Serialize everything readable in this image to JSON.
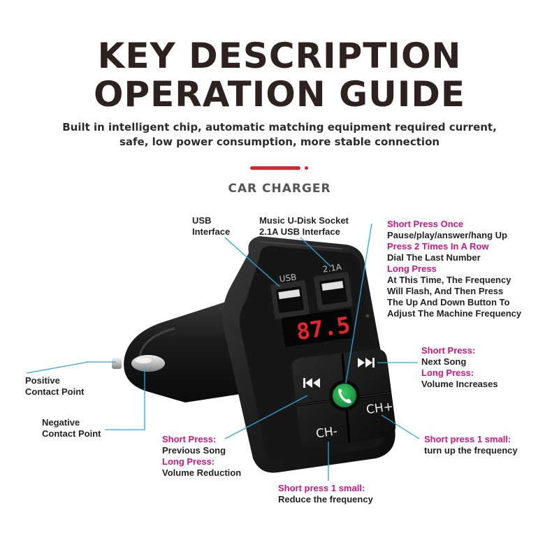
{
  "header": {
    "title_line1": "KEY DESCRIPTION",
    "title_line2": "OPERATION GUIDE",
    "subtitle_line1": "Built in intelligent chip, automatic matching equipment required current,",
    "subtitle_line2": "safe, low power consumption, more stable connection",
    "section_title": "CAR  CHARGER"
  },
  "device": {
    "usb_port_label": "USB",
    "port2_label": "2.1A",
    "display_value": "87.5",
    "ch_minus_label": "CH-",
    "ch_plus_label": "CH+",
    "prev_icon": "previous-track-icon",
    "next_icon": "next-track-icon",
    "call_icon": "phone-icon",
    "body_color": "#1b1b1b",
    "display_color": "#e8252b",
    "call_button_color": "#1fa64a"
  },
  "labels": {
    "usb_interface": [
      "USB",
      "Interface"
    ],
    "music_socket": [
      "Music U-Disk Socket",
      "2.1A USB Interface"
    ],
    "center_button": {
      "short_once_title": "Short Press Once",
      "short_once_desc": "Pause/play/answer/hang Up",
      "press_twice_title": "Press 2 Times In A Row",
      "press_twice_desc": "Dial The Last Number",
      "long_title": "Long Press",
      "long_desc": [
        "At This Time, The Frequency",
        "Will Flash, And Then Press",
        "The Up And Down Button To",
        "Adjust The Machine Frequency"
      ]
    },
    "next_button": {
      "short_title": "Short Press:",
      "short_desc": "Next Song",
      "long_title": "Long Press:",
      "long_desc": "Volume Increases"
    },
    "positive_contact": [
      "Positive",
      "Contact Point"
    ],
    "negative_contact": [
      "Negative",
      "Contact Point"
    ],
    "prev_button": {
      "short_title": "Short Press:",
      "short_desc": "Previous Song",
      "long_title": "Long Press:",
      "long_desc": "Volume Reduction"
    },
    "ch_plus": {
      "title": "Short press 1 small:",
      "desc": "turn up the frequency"
    },
    "ch_minus": {
      "title": "Short press 1 small:",
      "desc": "Reduce the frequency"
    }
  },
  "colors": {
    "title": "#2e2220",
    "accent_pink": "#d4147e",
    "divider_red": "#d9262c",
    "leader_line": "#2aa8d8"
  }
}
